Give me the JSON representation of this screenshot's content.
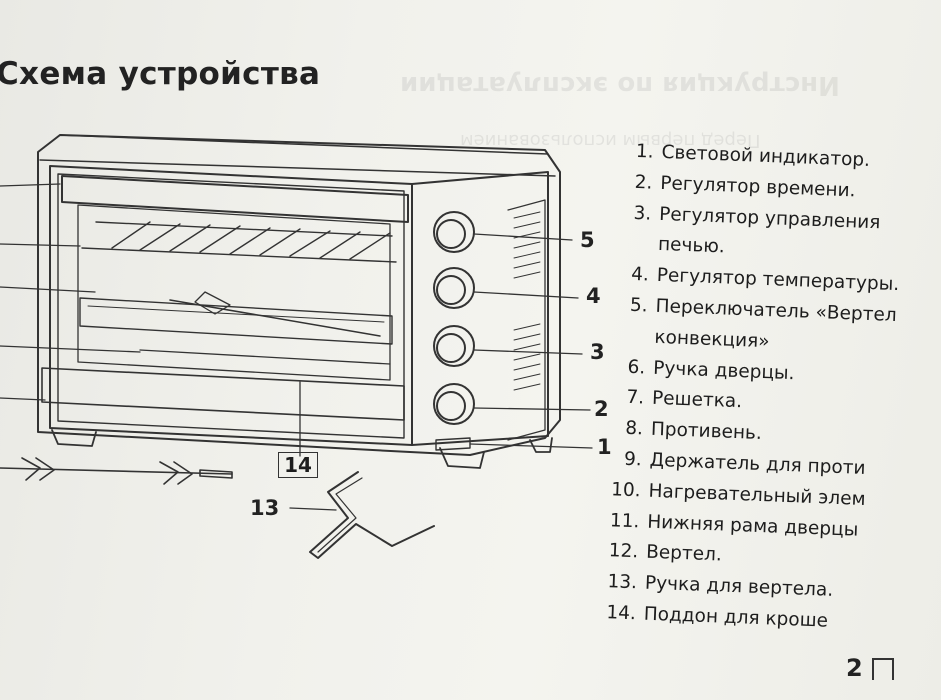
{
  "title": "Схема устройства",
  "legend": [
    {
      "num": "1.",
      "text": "Световой индикатор."
    },
    {
      "num": "2.",
      "text": "Регулятор времени."
    },
    {
      "num": "3.",
      "text": "Регулятор управления"
    },
    {
      "num": "",
      "text": "печью."
    },
    {
      "num": "4.",
      "text": "Регулятор температуры."
    },
    {
      "num": "5.",
      "text": "Переключатель «Вертел"
    },
    {
      "num": "",
      "text": "конвекция»"
    },
    {
      "num": "6.",
      "text": "Ручка дверцы."
    },
    {
      "num": "7.",
      "text": "Решетка."
    },
    {
      "num": "8.",
      "text": "Противень."
    },
    {
      "num": "9.",
      "text": "Держатель для проти"
    },
    {
      "num": "10.",
      "text": "Нагревательный элем"
    },
    {
      "num": "11.",
      "text": "Нижняя рама дверцы"
    },
    {
      "num": "12.",
      "text": "Вертел."
    },
    {
      "num": "13.",
      "text": "Ручка для вертела."
    },
    {
      "num": "14.",
      "text": "Поддон для кроше"
    }
  ],
  "callouts": {
    "c5": "5",
    "c4": "4",
    "c3": "3",
    "c2": "2",
    "c1": "1",
    "c13": "13",
    "c14": "14"
  },
  "bleed_through": {
    "line1": "Инструкция по эксплуатации",
    "line2": "Перед первым использованием"
  },
  "page_number": "2"
}
